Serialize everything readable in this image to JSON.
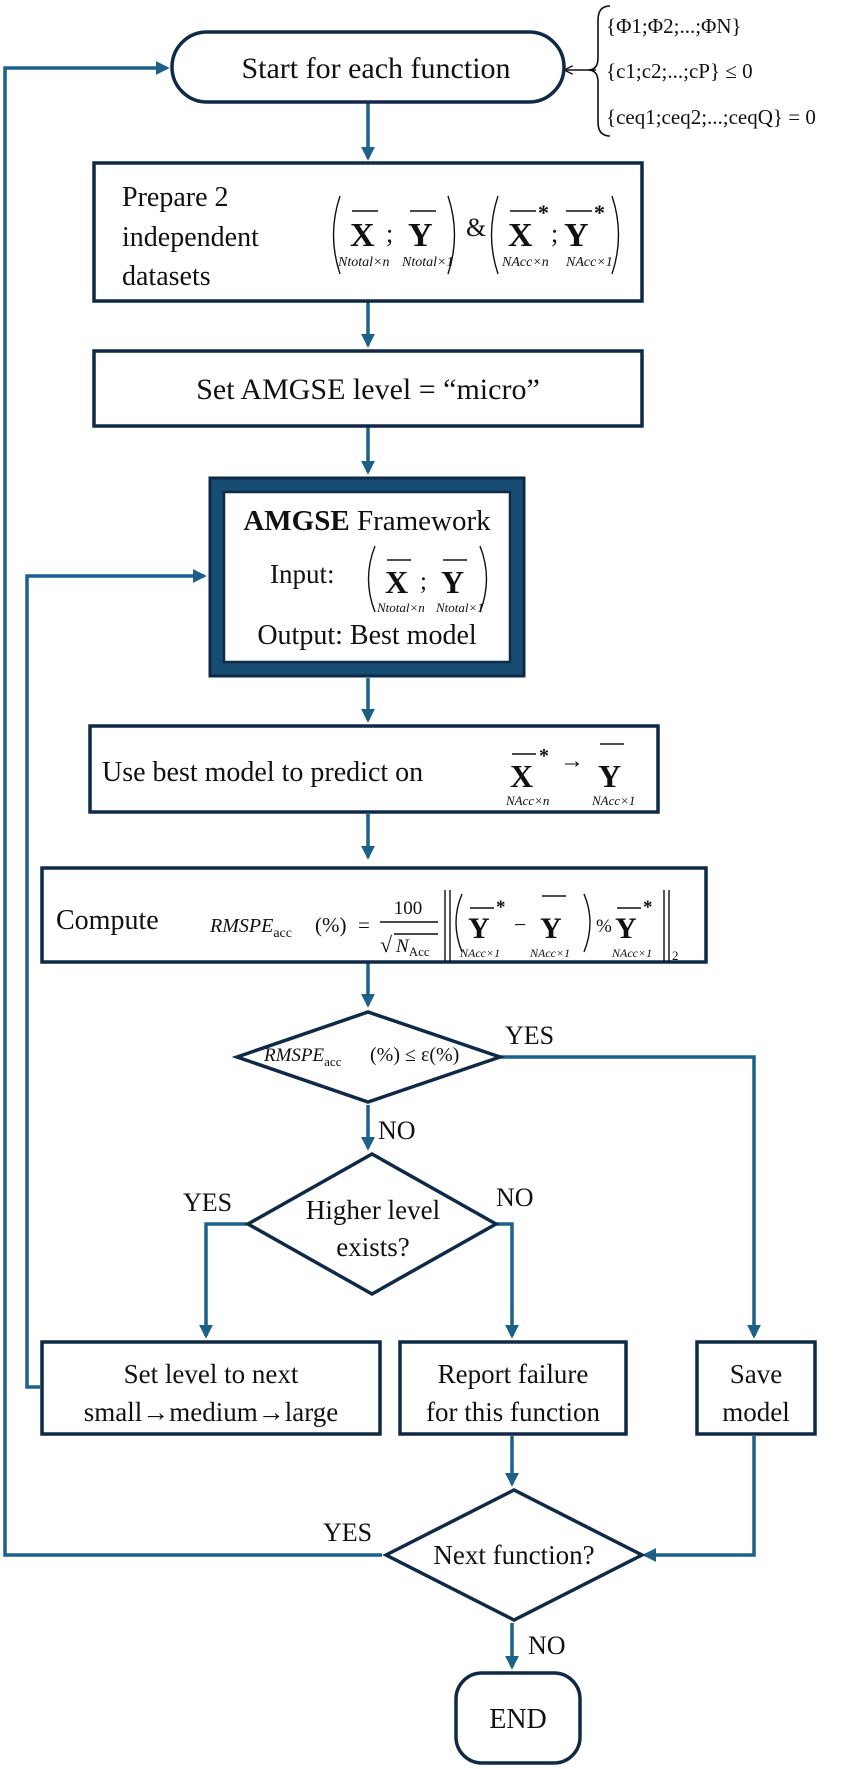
{
  "colors": {
    "box_stroke": "#0e2a47",
    "connector": "#1c6189",
    "frame_fill": "#174d73",
    "text": "#111111"
  },
  "inputs": {
    "line1": "{Φ1;Φ2;...;ΦN}",
    "line2": "{c1;c2;...;cP} ≤ 0",
    "line3": "{ceq1;ceq2;...;ceqQ} = 0"
  },
  "start": {
    "label": "Start for each function"
  },
  "prepare": {
    "line1": "Prepare 2",
    "line2": "independent",
    "line3": "datasets",
    "ampersand": "&",
    "sym_x": "X",
    "sym_y": "Y",
    "semicolon": ";",
    "star": "*",
    "sub_total_n": "Ntotal×n",
    "sub_total_1": "Ntotal×1",
    "sub_acc_n": "NAcc×n",
    "sub_acc_1": "NAcc×1"
  },
  "set_level": {
    "label": "Set AMGSE level = “micro”"
  },
  "amgse": {
    "title_bold": "AMGSE",
    "title_rest": "Framework",
    "input_label": "Input:",
    "output_label": "Output: Best model"
  },
  "predict": {
    "label": "Use best model to predict on",
    "arrow": "→"
  },
  "compute": {
    "label": "Compute",
    "lhs": "RMSPE",
    "lhs_sub": "acc",
    "pct": "(%)",
    "equals": "=",
    "numerator": "100",
    "radical": "√",
    "den": "N",
    "den_sub": "Acc",
    "minus": "−",
    "mid_pct": "%",
    "norm_sub": "2"
  },
  "decision1": {
    "lhs": "RMSPE",
    "lhs_sub": "acc",
    "rhs": "(%) ≤ ε(%)",
    "yes": "YES",
    "no": "NO"
  },
  "decision2": {
    "line1": "Higher level",
    "line2": "exists?",
    "yes": "YES",
    "no": "NO"
  },
  "set_next": {
    "line1": "Set level to next",
    "line2": "small→medium→large"
  },
  "report": {
    "line1": "Report failure",
    "line2": "for this function"
  },
  "save": {
    "line1": "Save",
    "line2": "model"
  },
  "decision3": {
    "label": "Next function?",
    "yes": "YES",
    "no": "NO"
  },
  "end": {
    "label": "END"
  }
}
